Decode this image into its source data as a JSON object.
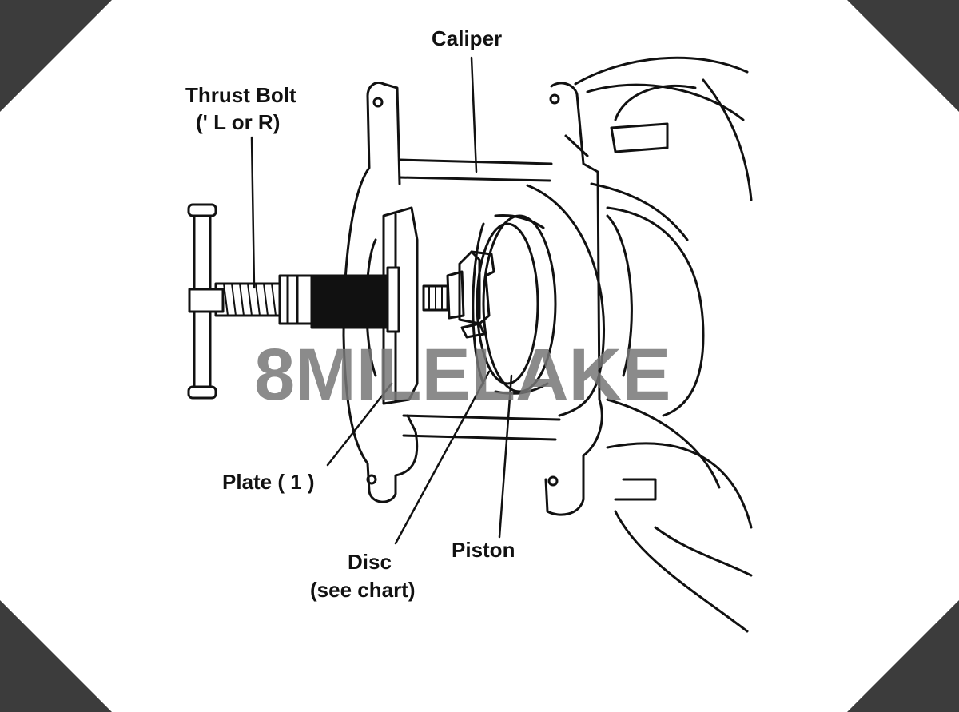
{
  "labels": {
    "caliper": "Caliper",
    "thrust_bolt": "Thrust Bolt",
    "thrust_bolt_sub": "(' L or R)",
    "plate": "Plate ( 1 )",
    "disc": "Disc",
    "disc_sub": "(see chart)",
    "piston": "Piston"
  },
  "watermark": "8MILELAKE"
}
